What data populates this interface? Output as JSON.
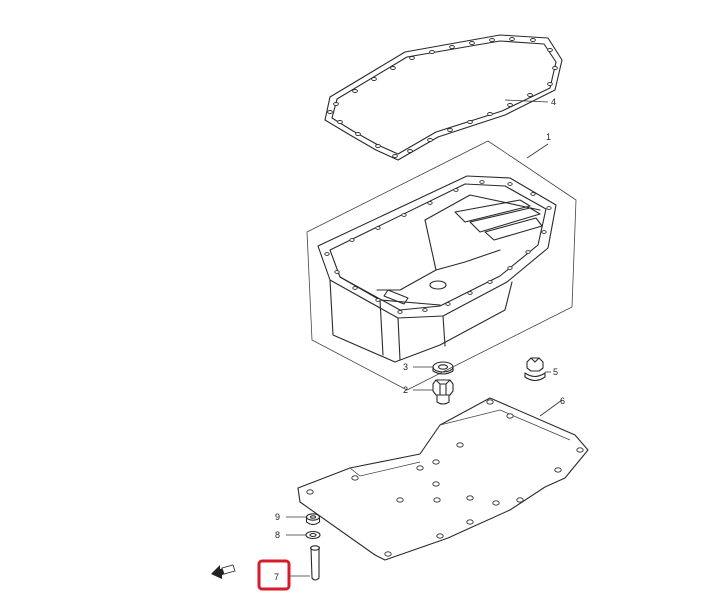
{
  "diagram": {
    "callouts": [
      {
        "id": "1",
        "label": "1"
      },
      {
        "id": "2",
        "label": "2"
      },
      {
        "id": "3",
        "label": "3"
      },
      {
        "id": "4",
        "label": "4"
      },
      {
        "id": "5",
        "label": "5"
      },
      {
        "id": "6",
        "label": "6"
      },
      {
        "id": "7",
        "label": "7",
        "highlighted": true
      },
      {
        "id": "8",
        "label": "8"
      },
      {
        "id": "9",
        "label": "9"
      }
    ],
    "front_arrow_icon": "front-direction-arrow-icon",
    "highlight_color": "#d81b2b"
  }
}
